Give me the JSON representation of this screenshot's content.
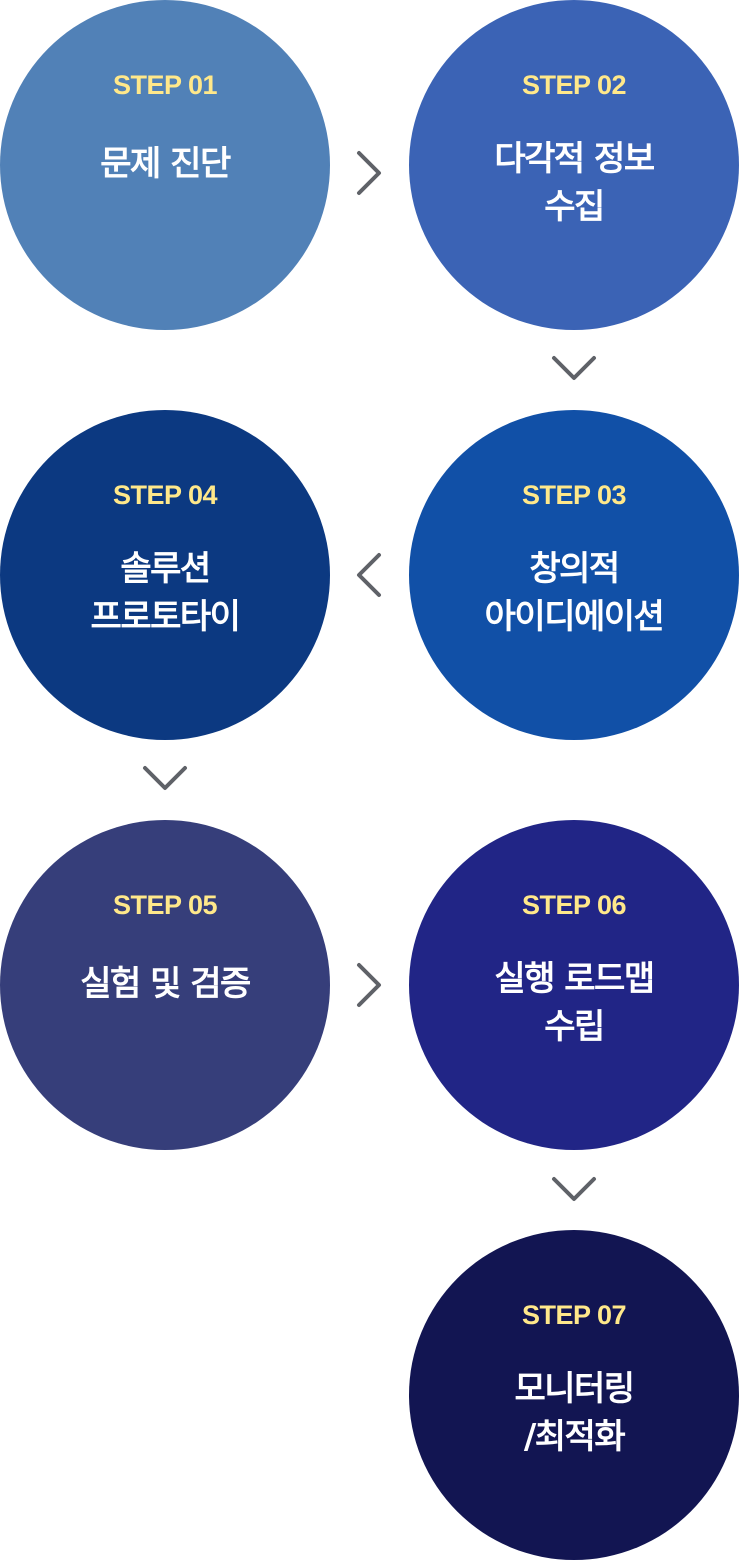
{
  "steps": [
    {
      "label": "STEP 01",
      "title": "문제 진단",
      "color": "#5181b7"
    },
    {
      "label": "STEP 02",
      "title": "다각적 정보\n수집",
      "color": "#3b63b5"
    },
    {
      "label": "STEP 03",
      "title": "창의적\n아이디에이션",
      "color": "#1150a7"
    },
    {
      "label": "STEP 04",
      "title": "솔루션\n프로토타이",
      "color": "#0c3981"
    },
    {
      "label": "STEP 05",
      "title": "실험 및 검증",
      "color": "#363e7a"
    },
    {
      "label": "STEP 06",
      "title": "실행 로드맵\n수립",
      "color": "#212586"
    },
    {
      "label": "STEP 07",
      "title": "모니터링\n/최적화",
      "color": "#121552"
    }
  ],
  "colors": {
    "step_label": "#ffe88a",
    "title_text": "#ffffff",
    "arrow": "#5f6268"
  },
  "arrows": [
    {
      "from": "STEP 01",
      "to": "STEP 02",
      "icon": "chevron-right-icon"
    },
    {
      "from": "STEP 02",
      "to": "STEP 03",
      "icon": "chevron-down-icon"
    },
    {
      "from": "STEP 03",
      "to": "STEP 04",
      "icon": "chevron-left-icon"
    },
    {
      "from": "STEP 04",
      "to": "STEP 05",
      "icon": "chevron-down-icon"
    },
    {
      "from": "STEP 05",
      "to": "STEP 06",
      "icon": "chevron-right-icon"
    },
    {
      "from": "STEP 06",
      "to": "STEP 07",
      "icon": "chevron-down-icon"
    }
  ]
}
